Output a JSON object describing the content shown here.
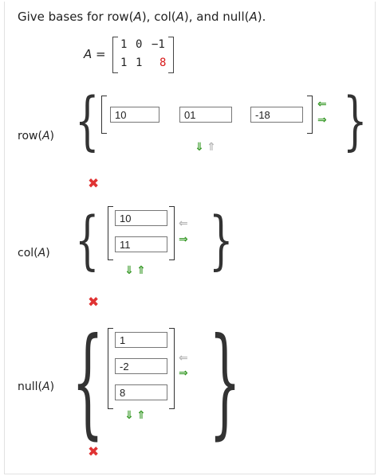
{
  "question": {
    "prefix": "Give bases for row(",
    "v1": "A",
    "mid1": "), col(",
    "v2": "A",
    "mid2": "), and null(",
    "v3": "A",
    "suffix": ")."
  },
  "matrix": {
    "name": "A",
    "eq": "=",
    "rows": [
      [
        "1",
        "0",
        "−1"
      ],
      [
        "1",
        "1",
        "8"
      ]
    ],
    "highlight_color": "#d81b1b"
  },
  "row_section": {
    "label_pre": "row(",
    "label_var": "A",
    "label_post": ")",
    "entries": [
      "10",
      "01",
      "-18"
    ],
    "result": "incorrect"
  },
  "col_section": {
    "label_pre": "col(",
    "label_var": "A",
    "label_post": ")",
    "entries": [
      "10",
      "11"
    ],
    "result": "incorrect"
  },
  "null_section": {
    "label_pre": "null(",
    "label_var": "A",
    "label_post": ")",
    "entries": [
      "1",
      "-2",
      "8"
    ],
    "result": "incorrect"
  },
  "icons": {
    "add_vector": "⇒",
    "remove_vector": "⇐",
    "add_row": "⇓",
    "remove_row": "⇑",
    "incorrect_mark": "✖"
  },
  "colors": {
    "active_arrow": "#3a9a2a",
    "inactive_arrow": "#b7b7b7",
    "incorrect": "#e03333"
  }
}
